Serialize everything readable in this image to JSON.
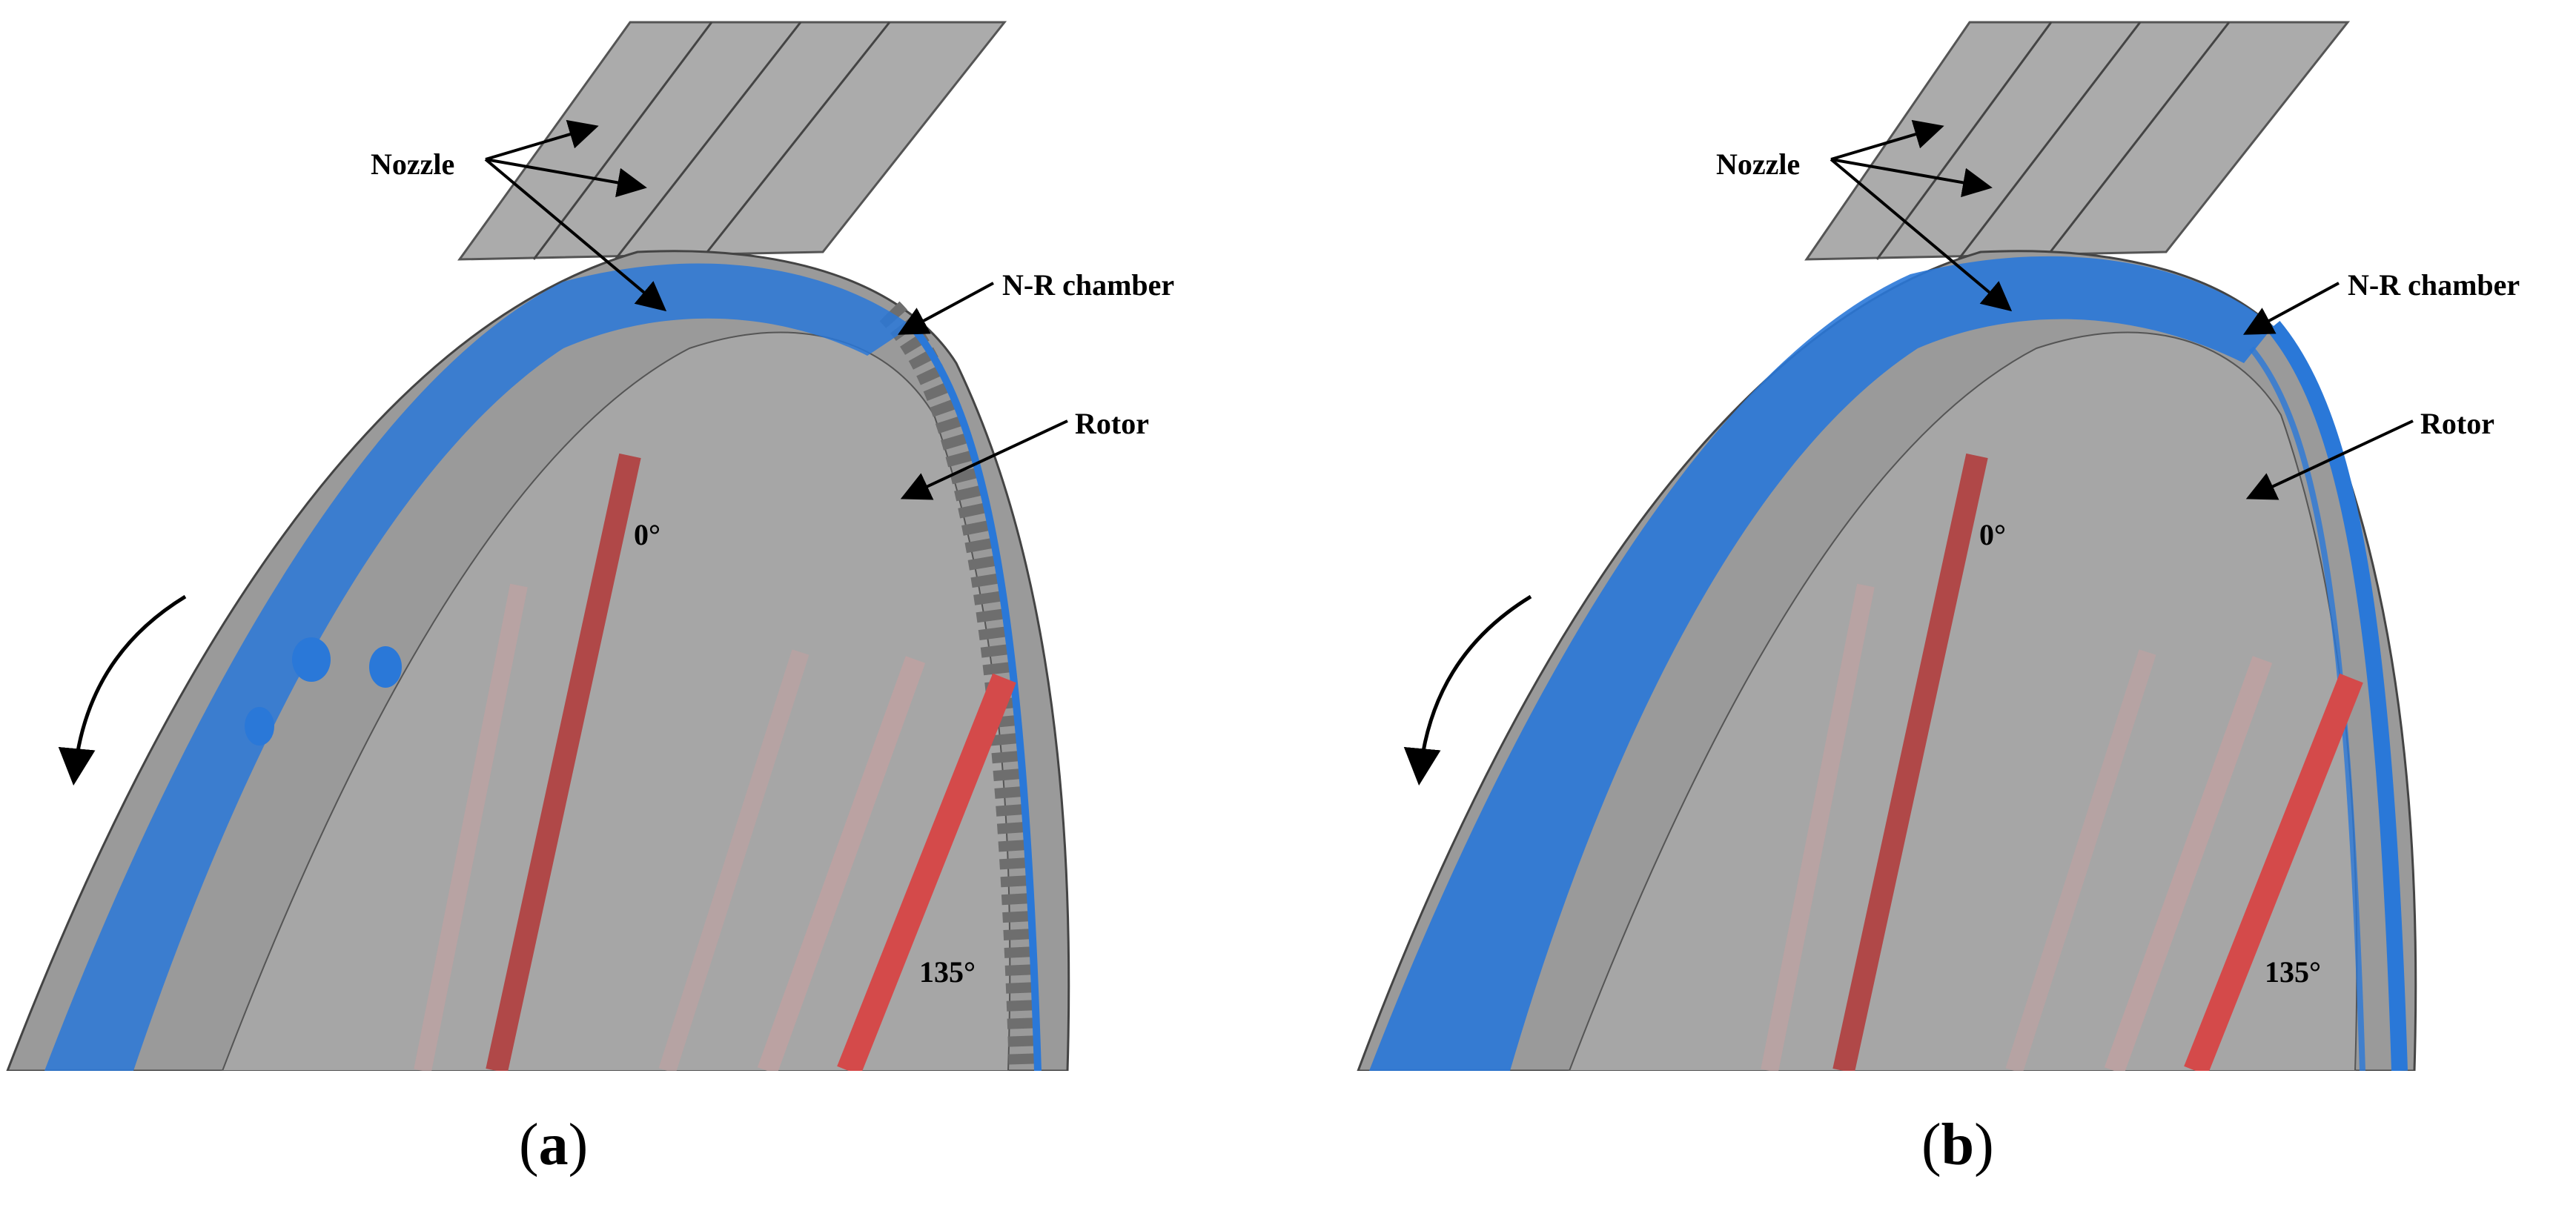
{
  "colors": {
    "housing": "#9a9a9a",
    "jet": "#2a78d8",
    "pipe": "#c94444",
    "arrow": "#000000"
  },
  "panels": [
    {
      "caption_open": "(",
      "caption_letter": "a",
      "caption_close": ")",
      "labels": {
        "nozzle": "Nozzle",
        "nr_chamber": "N-R chamber",
        "rotor": "Rotor",
        "angle_0": "0°",
        "angle_135": "135°"
      }
    },
    {
      "caption_open": "(",
      "caption_letter": "b",
      "caption_close": ")",
      "labels": {
        "nozzle": "Nozzle",
        "nr_chamber": "N-R chamber",
        "rotor": "Rotor",
        "angle_0": "0°",
        "angle_135": "135°"
      }
    }
  ]
}
